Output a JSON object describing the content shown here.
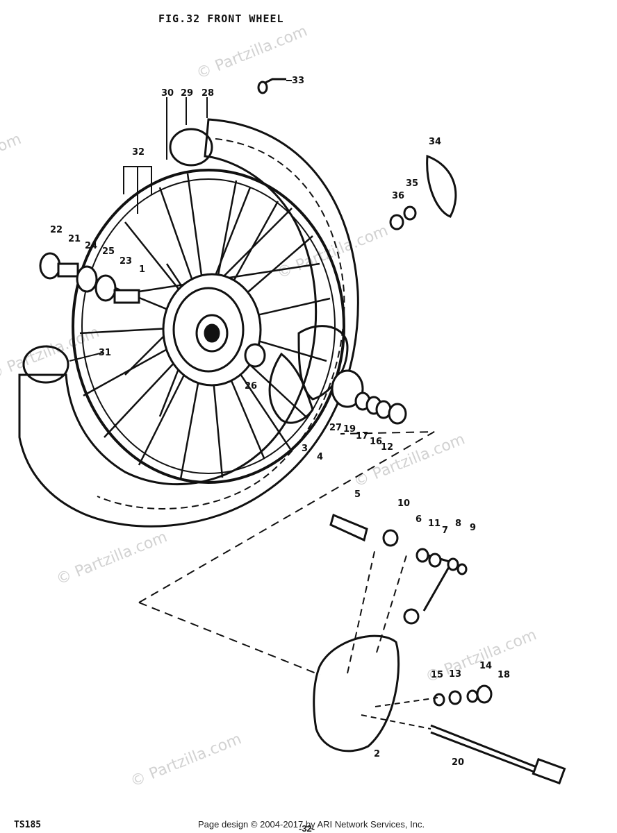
{
  "title": "FIG.32  FRONT WHEEL",
  "model": "TS185",
  "footer": "Page design © 2004-2017 by ARI Network Services, Inc.",
  "page_number": "-32-",
  "watermark": "© Partzilla.com",
  "callouts": [
    "1",
    "2",
    "3",
    "4",
    "5",
    "6",
    "7",
    "8",
    "9",
    "10",
    "11",
    "12",
    "13",
    "14",
    "15",
    "16",
    "17",
    "18",
    "19",
    "20",
    "21",
    "22",
    "23",
    "24",
    "25",
    "26",
    "27",
    "28",
    "29",
    "30",
    "31",
    "32",
    "33",
    "34",
    "35",
    "36"
  ]
}
